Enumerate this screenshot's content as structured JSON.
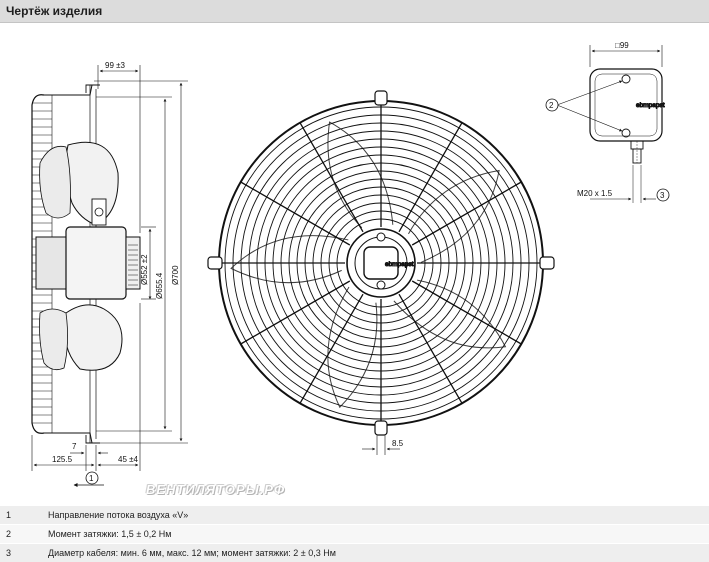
{
  "header": {
    "title": "Чертёж изделия"
  },
  "drawing": {
    "dims": {
      "d99_side": "99 ±3",
      "d552": "Ø552 ±2",
      "d655": "Ø655.4",
      "d700": "Ø700",
      "d7": "7",
      "d125": "125.5",
      "d45": "45 ±4",
      "d85": "8.5",
      "d99_box": "□99",
      "m20": "M20 x 1.5",
      "ref1": "1",
      "ref2": "2",
      "ref3": "3"
    },
    "logo": "ebmpapst"
  },
  "watermark": "ВЕНТИЛЯТОРЫ.РФ",
  "notes": [
    {
      "num": "1",
      "text": "Направление потока воздуха «V»"
    },
    {
      "num": "2",
      "text": "Момент затяжки: 1,5 ± 0,2 Нм"
    },
    {
      "num": "3",
      "text": "Диаметр кабеля: мин. 6 мм, макс. 12 мм; момент затяжки: 2 ± 0,3 Нм"
    }
  ]
}
